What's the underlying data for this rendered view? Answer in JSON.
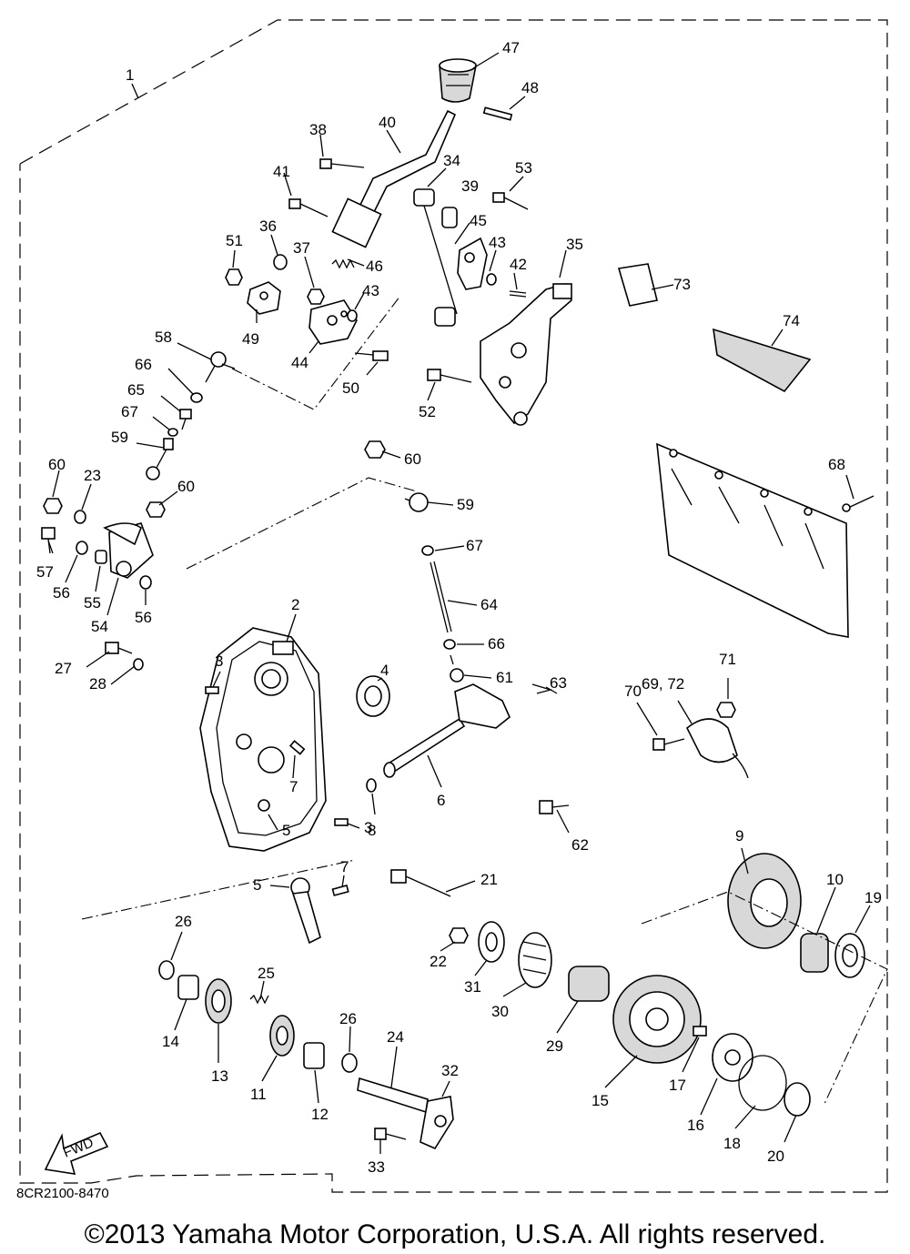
{
  "diagram_code": "8CR2100-8470",
  "copyright": "©2013 Yamaha Motor Corporation, U.S.A. All rights reserved.",
  "fwd_label": "FWD",
  "labels": {
    "p1": "1",
    "p2": "2",
    "p3a": "3",
    "p3b": "3",
    "p4": "4",
    "p5a": "5",
    "p5b": "5",
    "p6": "6",
    "p7a": "7",
    "p7b": "7",
    "p8": "8",
    "p9": "9",
    "p10": "10",
    "p11": "11",
    "p12": "12",
    "p13": "13",
    "p14": "14",
    "p15": "15",
    "p16": "16",
    "p17": "17",
    "p18": "18",
    "p19": "19",
    "p20": "20",
    "p21": "21",
    "p22": "22",
    "p23": "23",
    "p24": "24",
    "p25": "25",
    "p26a": "26",
    "p26b": "26",
    "p27": "27",
    "p28": "28",
    "p29": "29",
    "p30": "30",
    "p31": "31",
    "p32": "32",
    "p33": "33",
    "p34": "34",
    "p35": "35",
    "p36": "36",
    "p37": "37",
    "p38": "38",
    "p39": "39",
    "p40": "40",
    "p41": "41",
    "p42": "42",
    "p43a": "43",
    "p43b": "43",
    "p44": "44",
    "p45": "45",
    "p46": "46",
    "p47": "47",
    "p48": "48",
    "p49": "49",
    "p50": "50",
    "p51": "51",
    "p52": "52",
    "p53": "53",
    "p54": "54",
    "p55": "55",
    "p56a": "56",
    "p56b": "56",
    "p57": "57",
    "p58": "58",
    "p59a": "59",
    "p59b": "59",
    "p60a": "60",
    "p60b": "60",
    "p60c": "60",
    "p61": "61",
    "p62": "62",
    "p63": "63",
    "p64": "64",
    "p65": "65",
    "p66a": "66",
    "p66b": "66",
    "p67a": "67",
    "p67b": "67",
    "p68": "68",
    "p69_72": "69, 72",
    "p70": "70",
    "p71": "71",
    "p73": "73",
    "p74": "74"
  }
}
